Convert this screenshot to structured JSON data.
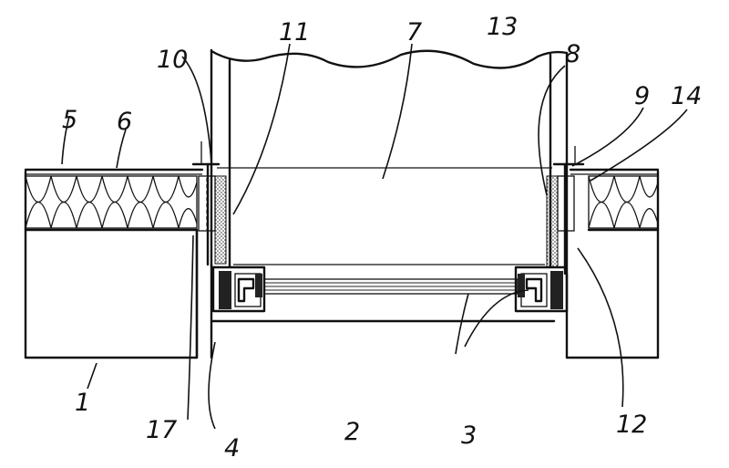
{
  "labels": {
    "l1": "1",
    "l2": "2",
    "l3": "3",
    "l4": "4",
    "l5": "5",
    "l6": "6",
    "l7": "7",
    "l8": "8",
    "l9": "9",
    "l10": "10",
    "l11": "11",
    "l12": "12",
    "l13": "13",
    "l14": "14",
    "l17": "17"
  },
  "colors": {
    "ink": "#111111",
    "paper": "#ffffff"
  }
}
